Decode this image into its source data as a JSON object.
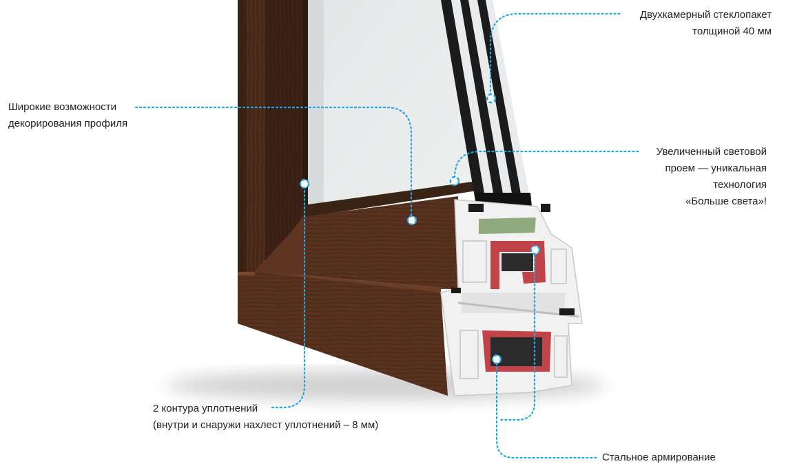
{
  "colors": {
    "accent": "#1ea7e1",
    "wood_dark": "#3a2014",
    "wood_mid": "#5a3220",
    "wood_light": "#6e3f28",
    "pvc_white": "#f2f2f2",
    "steel_red": "#c0454a",
    "glass": "#e6e8e9",
    "seal_black": "#1b1b1b",
    "spacer_green": "#8faa7e"
  },
  "labels": {
    "glass_unit": {
      "lines": [
        "Двухкамерный стеклопакет",
        "толщиной 40 мм"
      ]
    },
    "decor": {
      "lines": [
        "Широкие возможности",
        "декорирования профиля"
      ]
    },
    "light_opening": {
      "lines": [
        "Увеличенный световой",
        "проем — уникальная",
        "технология",
        "«Больше света»!"
      ]
    },
    "seals": {
      "lines": [
        "2 контура уплотнений",
        "(внутри и снаружи нахлест уплотнений – 8 мм)"
      ]
    },
    "steel": {
      "lines": [
        "Стальное армирование"
      ]
    }
  }
}
